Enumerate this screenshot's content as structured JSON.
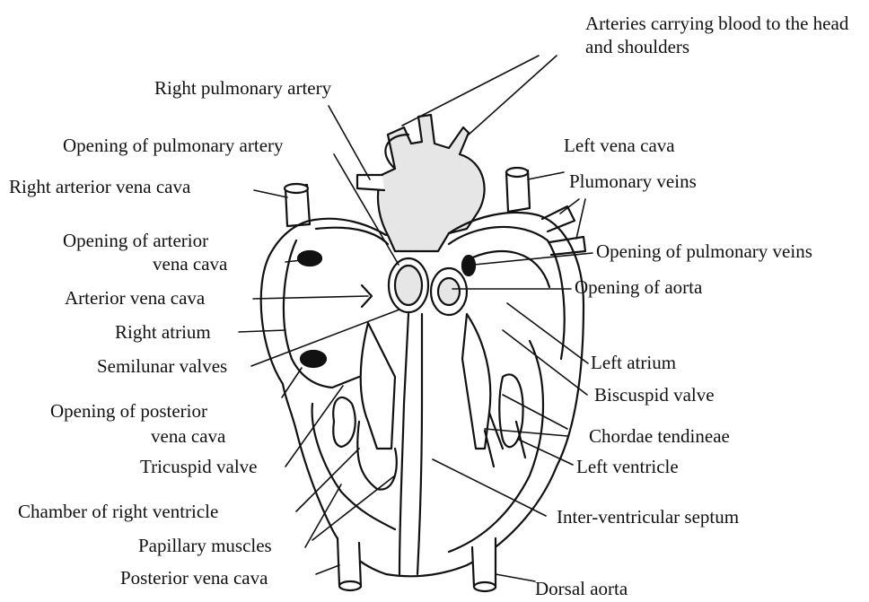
{
  "diagram": {
    "labels": {
      "arteries_head": [
        "Arteries carrying blood to the head",
        "and shoulders"
      ],
      "right_pulmonary_artery": "Right pulmonary artery",
      "opening_pulmonary_artery": "Opening of pulmonary artery",
      "left_vena_cava": "Left vena cava",
      "right_arterior_vena_cava": "Right arterior vena cava",
      "plumonary_veins": "Plumonary veins",
      "opening_arterior_vena_cava": [
        "Opening of arterior",
        "vena cava"
      ],
      "opening_pulmonary_veins": "Opening of pulmonary veins",
      "arterior_vena_cava": "Arterior vena cava",
      "opening_aorta": "Opening of aorta",
      "right_atrium": "Right atrium",
      "left_atrium": "Left atrium",
      "semilunar_valves": "Semilunar valves",
      "biscuspid_valve": "Biscuspid valve",
      "opening_posterior_vena_cava": [
        "Opening of posterior",
        "vena cava"
      ],
      "chordae_tendineae": "Chordae tendineae",
      "tricuspid_valve": "Tricuspid valve",
      "left_ventricle": "Left ventricle",
      "chamber_right_ventricle": "Chamber of right ventricle",
      "inter_ventricular_septum": "Inter-ventricular septum",
      "papillary_muscles": "Papillary muscles",
      "posterior_vena_cava": "Posterior vena cava",
      "dorsal_aorta": "Dorsal aorta"
    }
  }
}
